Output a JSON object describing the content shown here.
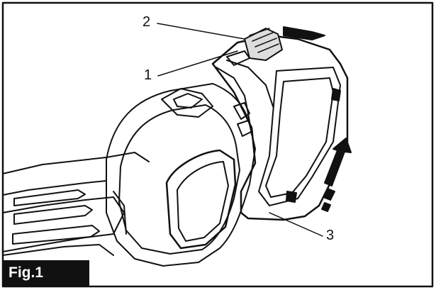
{
  "figure": {
    "label": "Fig.1",
    "callouts": [
      {
        "id": "1",
        "text": "1"
      },
      {
        "id": "2",
        "text": "2"
      },
      {
        "id": "3",
        "text": "3"
      }
    ]
  },
  "colors": {
    "stroke": "#111111",
    "background": "#ffffff",
    "label_bg": "#111111",
    "label_text": "#ffffff"
  }
}
